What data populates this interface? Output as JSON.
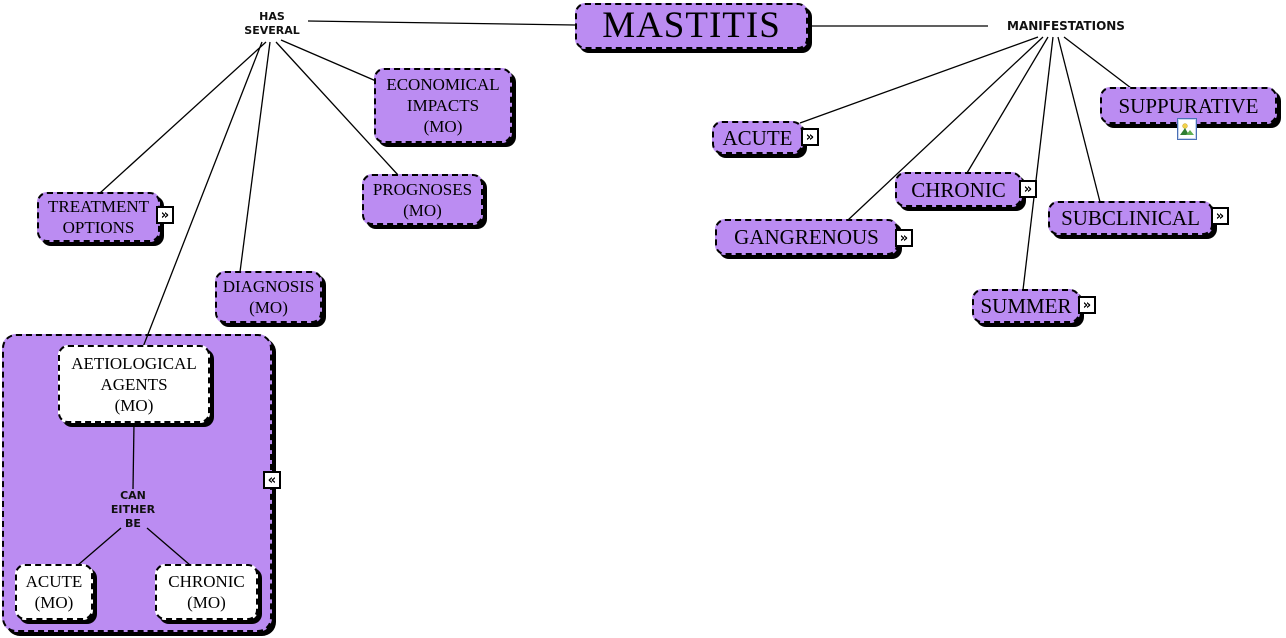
{
  "colors": {
    "node_fill": "#bb8cf2",
    "white_fill": "#ffffff",
    "border": "#000000",
    "shadow": "#000000",
    "resource_icon_border": "#4a6fb5"
  },
  "nodes": {
    "mastitis": {
      "label": "MASTITIS"
    },
    "economical": {
      "label": "ECONOMICAL\nIMPACTS\n(MO)"
    },
    "prognoses": {
      "label": "PROGNOSES\n(MO)"
    },
    "treatment": {
      "label": "TREATMENT\nOPTIONS"
    },
    "diagnosis": {
      "label": "DIAGNOSIS\n(MO)"
    },
    "aetiological": {
      "label": "AETIOLOGICAL\nAGENTS\n(MO)"
    },
    "acute_mo": {
      "label": "ACUTE\n(MO)"
    },
    "chronic_mo": {
      "label": "CHRONIC\n(MO)"
    },
    "acute": {
      "label": "ACUTE"
    },
    "chronic": {
      "label": "CHRONIC"
    },
    "suppurative": {
      "label": "SUPPURATIVE"
    },
    "gangrenous": {
      "label": "GANGRENOUS"
    },
    "subclinical": {
      "label": "SUBCLINICAL"
    },
    "summer": {
      "label": "SUMMER"
    }
  },
  "link_labels": {
    "has_several": "HAS\nSEVERAL",
    "manifestations": "MANIFESTATIONS",
    "can_either_be": "CAN\nEITHER\nBE"
  },
  "icons": {
    "expand_glyph": "»",
    "collapse_glyph": "«"
  }
}
